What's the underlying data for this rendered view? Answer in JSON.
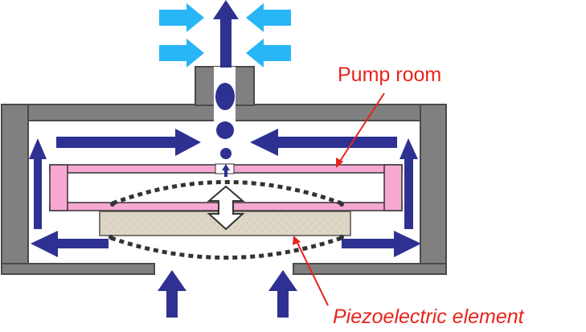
{
  "labels": {
    "pump_room": "Pump room",
    "piezoelectric_element": "Piezoelectric element"
  },
  "colors": {
    "housing": "#808080",
    "housing_border": "#4a4a4a",
    "flow_arrow": "#2e3192",
    "intake_arrow": "#29b6f6",
    "pump_chamber": "#f7a8d2",
    "piezo_element": "#ddd6c6",
    "vibration_outline": "#333333",
    "callout": "#e8231c"
  },
  "icons": [
    "flow-arrow",
    "intake-arrow",
    "displacement-arrow",
    "air-bubble"
  ]
}
